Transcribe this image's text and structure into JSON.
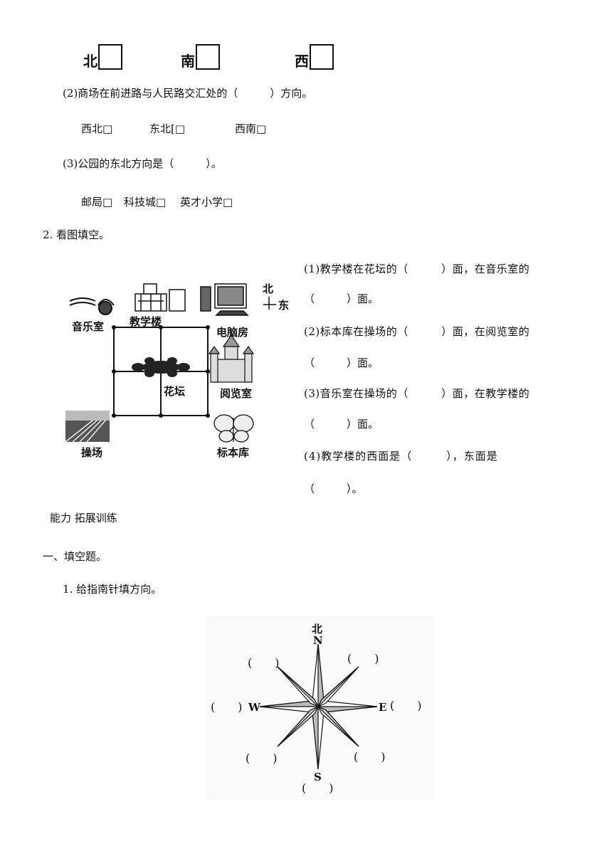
{
  "top_labels": {
    "north": "北",
    "south": "南",
    "west": "西"
  },
  "q2": {
    "question": "(2)商场在前进路与人民路交汇处的（　　　）方向。",
    "options": [
      "西北□",
      "东北[□",
      "西南□"
    ]
  },
  "q3": {
    "question": "(3)公园的东北方向是（　　　）。",
    "options": [
      "邮局□",
      "科技城□",
      "英才小学□"
    ]
  },
  "section2": {
    "title": "2. 看图填空。",
    "map_labels": {
      "music": "音乐室",
      "teaching": "教学楼",
      "computer": "电脑房",
      "flower": "花坛",
      "reading": "阅览室",
      "playground": "操场",
      "specimen": "标本库",
      "compass_north": "北",
      "compass_east": "东"
    },
    "lines": [
      "(1)教学楼在花坛的（　　　）面，在音乐室的",
      "（　　　）面。",
      "(2)标本库在操场的（　　　）面，在阅览室的",
      "（　　　）面。",
      "(3)音乐室在操场的（　　　）面，在教学楼的",
      "（　　　）面。",
      "(4)教学楼的西面是（　　　），东面是",
      "（　　　）。"
    ]
  },
  "ability": "能力 拓展训练",
  "section_fill": "一、填空题。",
  "item1": "1. 给指南针填方向。",
  "compass": {
    "north_cn": "北",
    "N": "N",
    "S": "S",
    "E": "E",
    "W": "W",
    "paren": "(　　)"
  }
}
